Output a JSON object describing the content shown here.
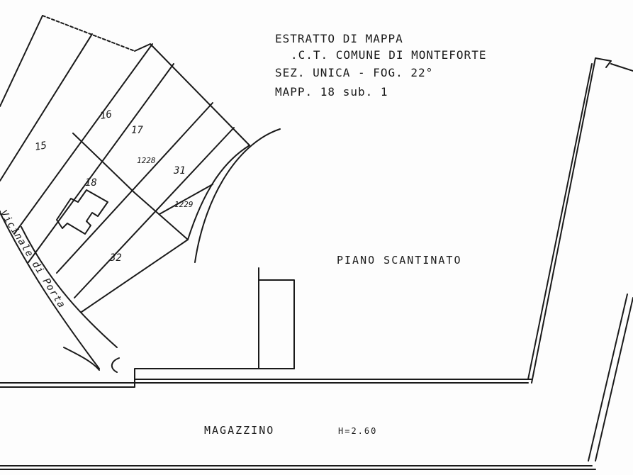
{
  "header": {
    "line1": "ESTRATTO DI MAPPA",
    "line2": ".C.T. COMUNE DI MONTEFORTE",
    "line3": "SEZ. UNICA - FOG. 22°",
    "line4": "MAPP. 18 sub. 1"
  },
  "parcels": {
    "p15": "15",
    "p16": "16",
    "p17": "17",
    "p18": "18",
    "p1228": "1228",
    "p31": "31",
    "p1229": "1229",
    "p32": "32"
  },
  "road": "Vicinale di Porta",
  "floors": {
    "basement": "PIANO SCANTINATO",
    "storage": "MAGAZZINO",
    "storage_height": "H=2.60"
  }
}
